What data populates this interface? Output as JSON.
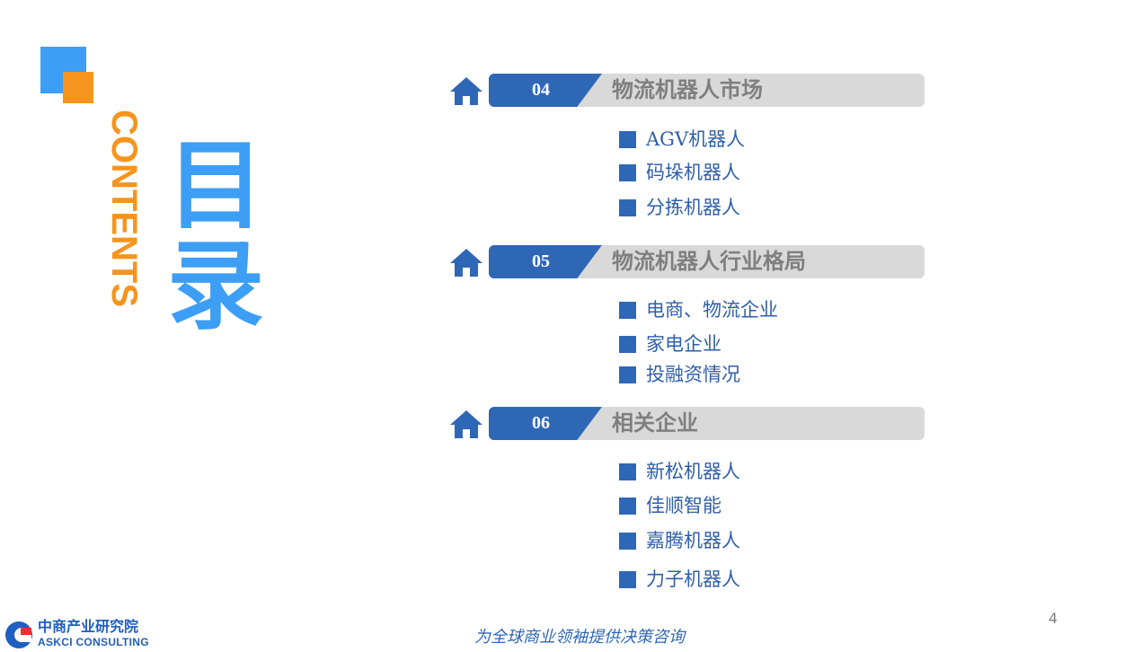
{
  "contents_label": "CONTENTS",
  "title": "目录",
  "sections": [
    {
      "number": "04",
      "title": "物流机器人市场",
      "items": [
        "AGV机器人",
        "码垛机器人",
        "分拣机器人"
      ]
    },
    {
      "number": "05",
      "title": "物流机器人行业格局",
      "items": [
        "电商、物流企业",
        "家电企业",
        "投融资情况"
      ]
    },
    {
      "number": "06",
      "title": "相关企业",
      "items": [
        "新松机器人",
        "佳顺智能",
        "嘉腾机器人",
        "力子机器人"
      ]
    }
  ],
  "page_number": "4",
  "logo": {
    "cn": "中商产业研究院",
    "en": "ASKCI CONSULTING"
  },
  "slogan": "为全球商业领袖提供决策咨询",
  "colors": {
    "accent_blue": "#3d9ef5",
    "accent_orange": "#f7941d",
    "bar_blue": "#2f67b7",
    "bar_gray": "#d9d9d9"
  }
}
